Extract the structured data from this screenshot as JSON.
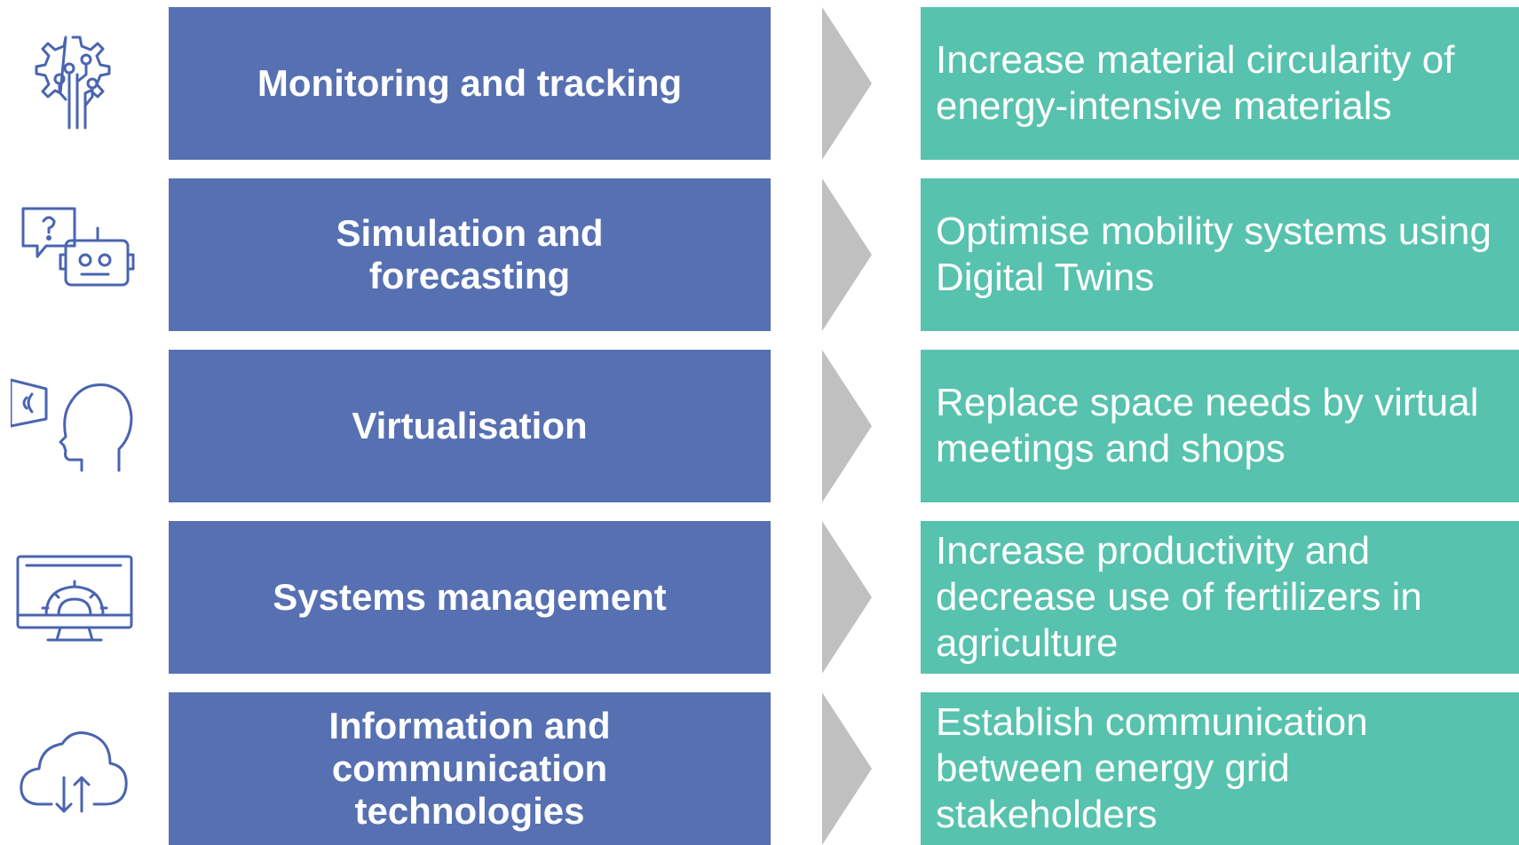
{
  "rows": [
    {
      "icon": "gear-circuit-icon",
      "technology": "Monitoring and tracking",
      "application": "Increase material circularity of energy-intensive materials"
    },
    {
      "icon": "chatbot-question-icon",
      "technology": "Simulation and forecasting",
      "application": "Optimise mobility systems using Digital Twins"
    },
    {
      "icon": "head-voice-screen-icon",
      "technology": "Virtualisation",
      "application": "Replace space needs by virtual meetings and shops"
    },
    {
      "icon": "monitor-gear-icon",
      "technology": "Systems management",
      "application": "Increase productivity and decrease use of fertilizers in agriculture"
    },
    {
      "icon": "cloud-transfer-icon",
      "technology": "Information and communication technologies",
      "application": "Establish communication between energy grid stakeholders"
    }
  ],
  "colors": {
    "technology_box": "#5670b2",
    "application_box": "#57c2ad",
    "chevron": "#c0c0c0",
    "icon_stroke": "#4a64b0"
  }
}
